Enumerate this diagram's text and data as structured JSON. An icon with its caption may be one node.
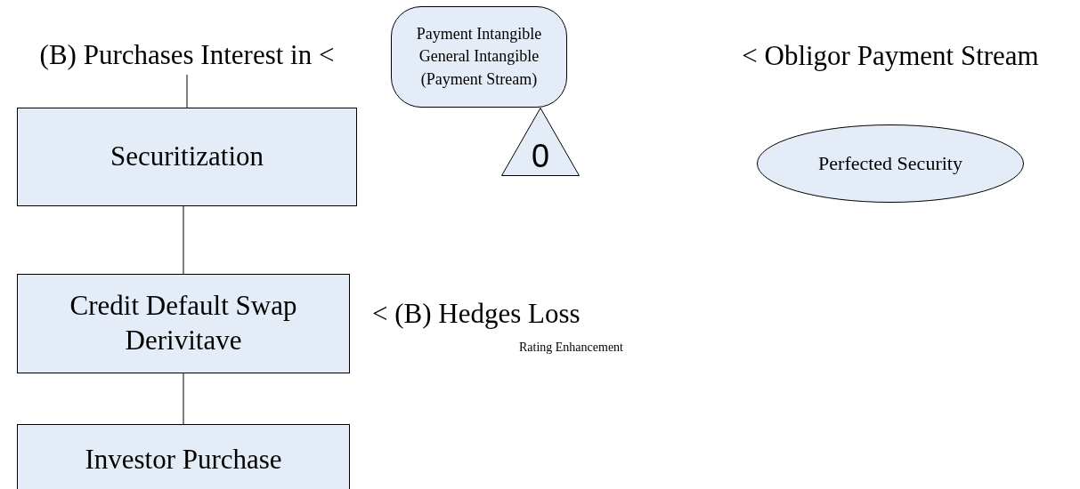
{
  "diagram": {
    "nodes": [
      {
        "text": [
          "(B) Purchases Interest in <"
        ]
      },
      {
        "text": [
          "Securitization"
        ]
      },
      {
        "text": [
          "Credit Default Swap Derivitave"
        ]
      },
      {
        "text": [
          "Investor Purchase"
        ]
      },
      {
        "text": [
          "Payment Intangible",
          "General Intangible",
          "(Payment Stream)"
        ]
      },
      {
        "text": [
          "0"
        ]
      },
      {
        "text": [
          "Perfected Security"
        ]
      }
    ],
    "edges": [
      {
        "from": 0,
        "to": 1,
        "arrow": "none"
      },
      {
        "from": 1,
        "to": 2,
        "arrow": "none"
      },
      {
        "from": 2,
        "to": 3,
        "arrow": "none"
      }
    ],
    "labels": [
      "< Obligor Payment Stream",
      "< (B) Hedges Loss",
      "Rating Enhancement"
    ]
  }
}
